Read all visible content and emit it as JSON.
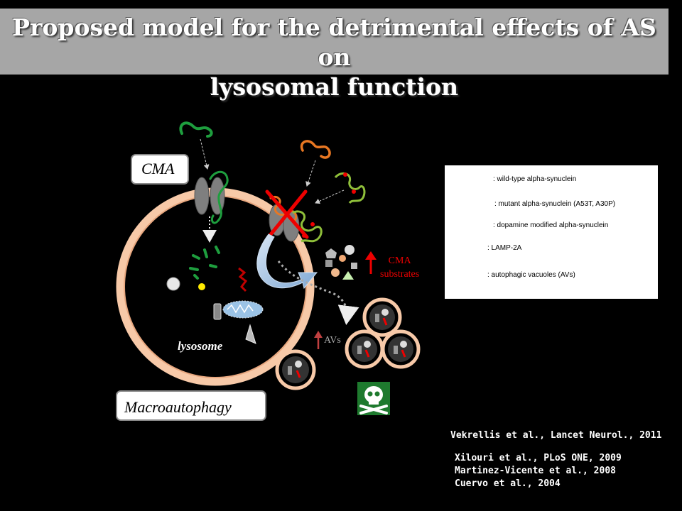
{
  "title": {
    "line1": "Proposed model for the detrimental effects of AS on",
    "line2": "lysosomal function"
  },
  "labels": {
    "cma": "CMA",
    "macroautophagy": "Macroautophagy",
    "lysosome": "lysosome",
    "cma_substrates_line1": "CMA",
    "cma_substrates_line2": "substrates",
    "avs": "AVs"
  },
  "legend": {
    "items": [
      ": wild-type alpha-synuclein",
      ": mutant alpha-synuclein (A53T, A30P)",
      ": dopamine modified alpha-synuclein",
      ": LAMP-2A",
      ": autophagic vacuoles (AVs)"
    ]
  },
  "references": [
    "Vekrellis et al., Lancet Neurol., 2011",
    "Xilouri et al., PLoS ONE, 2009",
    "Martinez-Vicente et al., 2008",
    "Cuervo et al., 2004"
  ],
  "colors": {
    "background": "#000000",
    "title_bar": "#a6a6a6",
    "wild_type": "#1e9e3e",
    "mutant": "#e87722",
    "dopamine_modified": "#8fbf3a",
    "dopamine_dot": "#e00000",
    "lamp2a": "#7f7f7f",
    "lysosome_ring": "#f7c9a8",
    "arrow_red": "#e00000"
  },
  "icons": [
    "skull-crossbones-icon",
    "red-cross-icon",
    "up-arrow-icon"
  ]
}
